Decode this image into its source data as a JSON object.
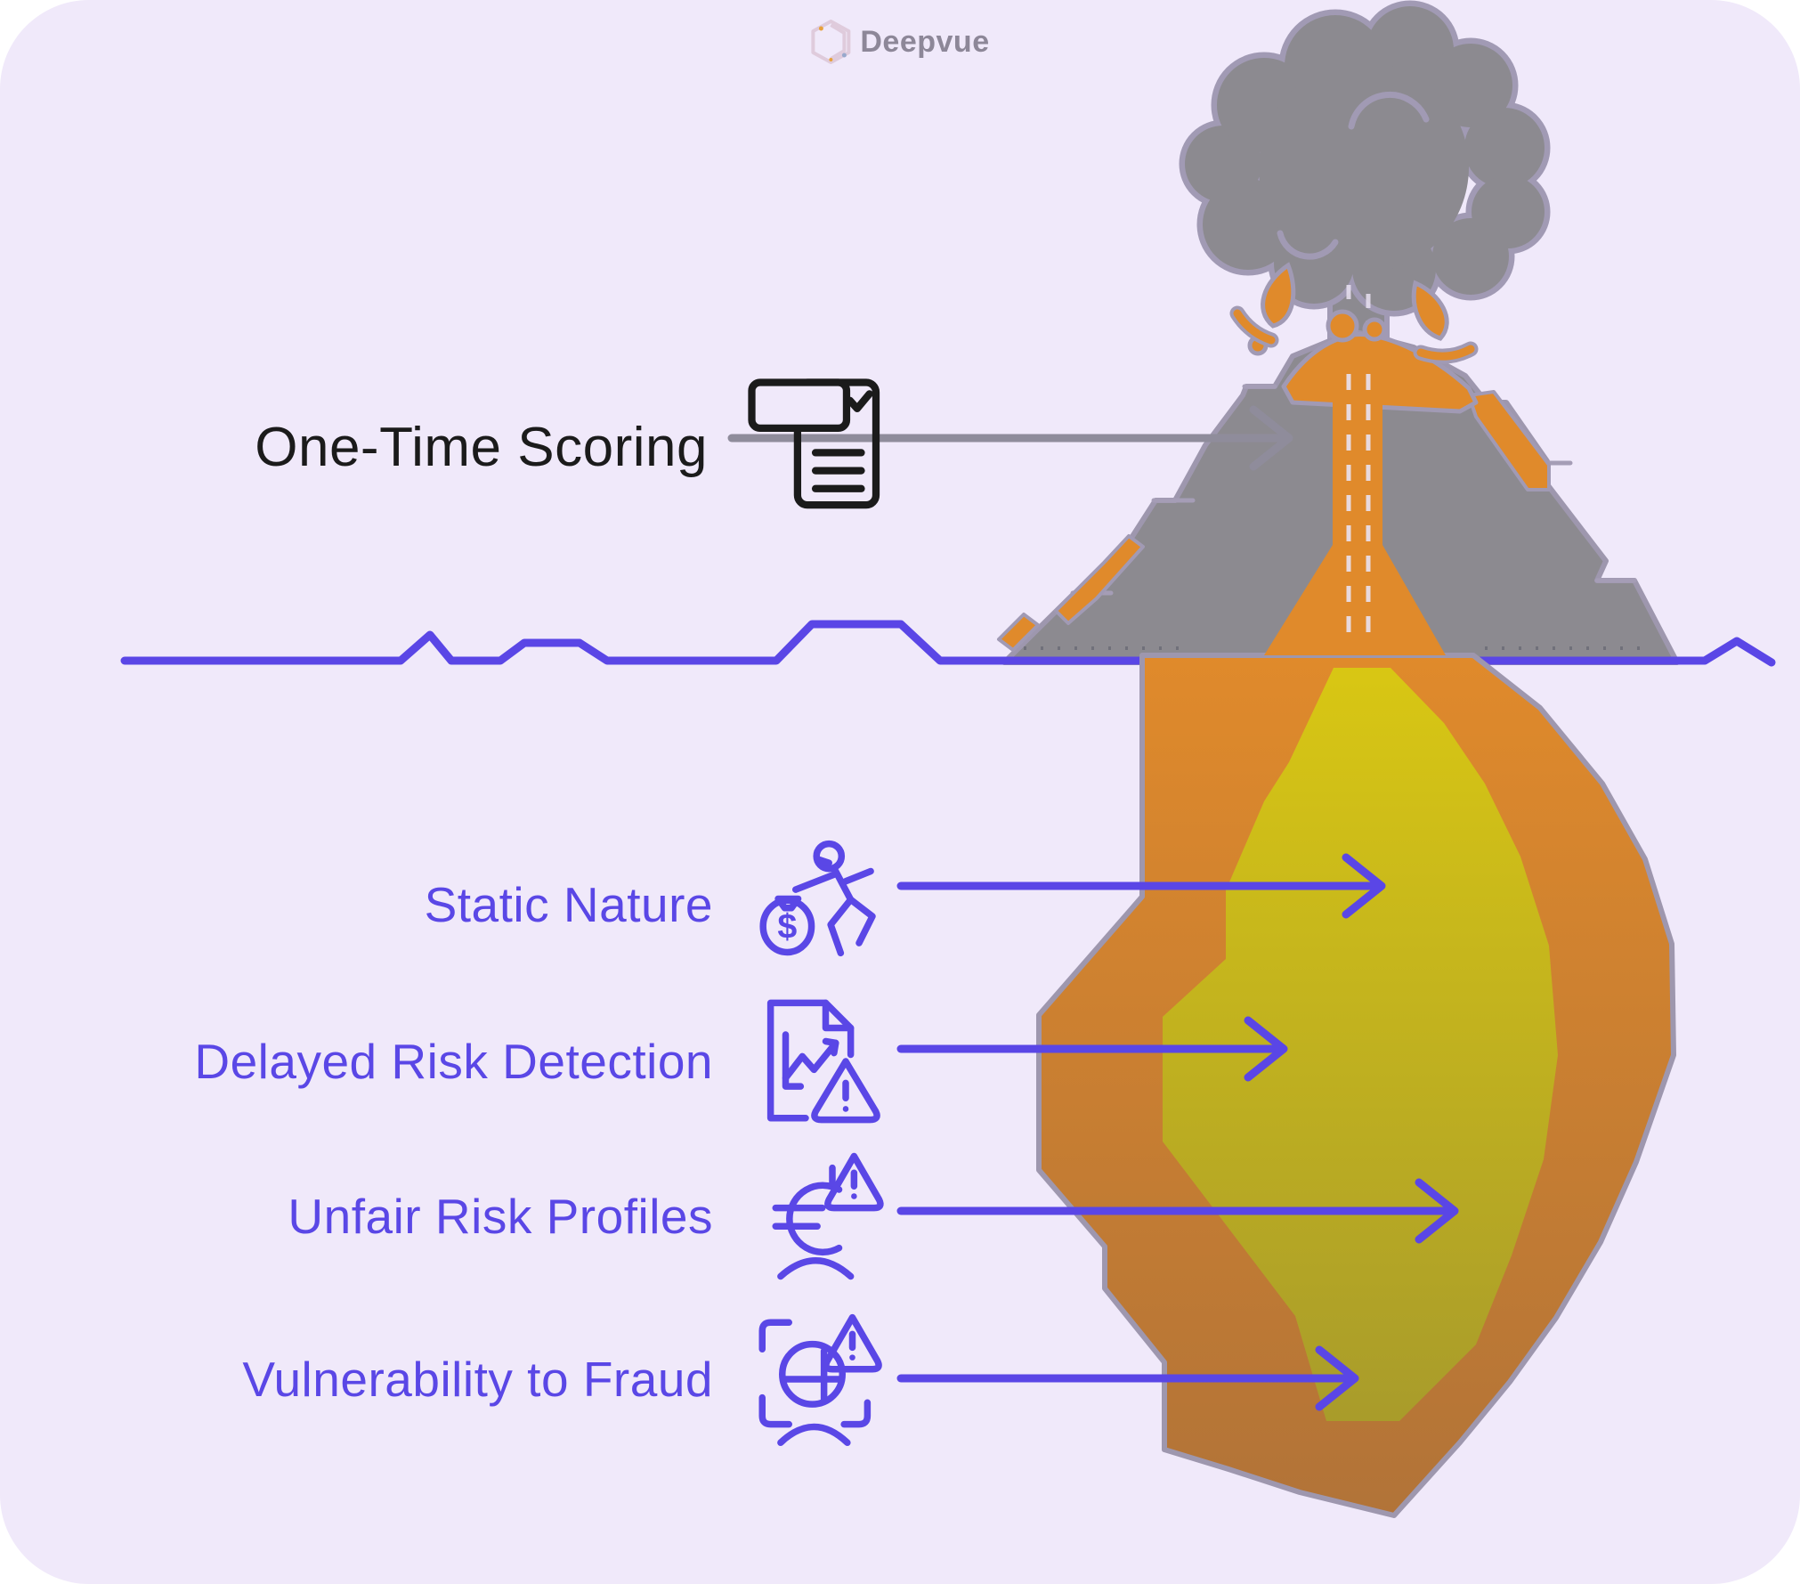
{
  "logo": {
    "text": "Deepvue",
    "mark": "deepvue-hexagon-logo"
  },
  "surface": {
    "label": "One-Time Scoring",
    "icon": "scorecard-icon"
  },
  "depths": {
    "items": [
      {
        "label": "Static Nature",
        "icon": "money-runner-icon"
      },
      {
        "label": "Delayed Risk Detection",
        "icon": "risk-chart-warning-icon"
      },
      {
        "label": "Unfair Risk Profiles",
        "icon": "euro-warning-icon"
      },
      {
        "label": "Vulnerability to Fraud",
        "icon": "face-scan-warning-icon"
      }
    ]
  },
  "illustration": {
    "name": "erupting-volcano-with-underground-magma-chamber",
    "above_ground": "volcano with smoke plume and lava splashes",
    "below_ground": "magma chamber (orange) with molten core (yellow)"
  },
  "colors": {
    "background": "#F0E9FA",
    "accent_purple": "#5A47E6",
    "ground_line": "#5A46E6",
    "title_black": "#1B1B1B",
    "logo_gray": "#8D8798",
    "volcano_gray": "#8C8A90",
    "outline_gray": "#9E97AE",
    "smoke_gray": "#8C8A90",
    "lava_orange": "#E08A2B",
    "lava_orange_deep": "#B17338",
    "magma_yellow": "#D9C713",
    "magma_yellow_deep": "#A89B2B"
  }
}
